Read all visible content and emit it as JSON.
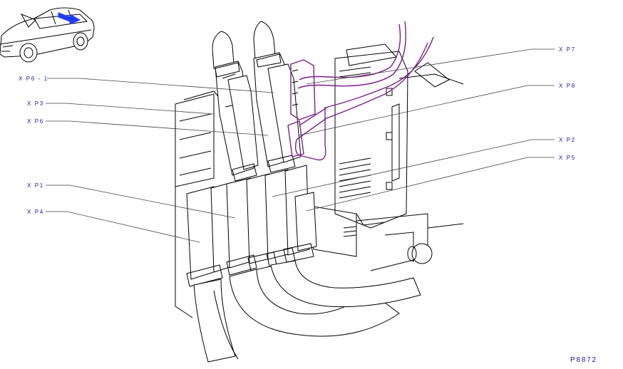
{
  "diagram": {
    "reference": "P8872",
    "accent_color": "#1a1aa8",
    "wire_color": "#7a1f8a",
    "arrow_color": "#1e3cff",
    "labels": [
      {
        "id": "xp6-1",
        "text": "X P6 - 1"
      },
      {
        "id": "xp3",
        "text": "X P3"
      },
      {
        "id": "xp6",
        "text": "X P6"
      },
      {
        "id": "xp1",
        "text": "X P1"
      },
      {
        "id": "xp4",
        "text": "X P4"
      },
      {
        "id": "xp7",
        "text": "X P7"
      },
      {
        "id": "xp8",
        "text": "X P8"
      },
      {
        "id": "xp2",
        "text": "X P2"
      },
      {
        "id": "xp5",
        "text": "X P5"
      }
    ],
    "icons": {
      "vehicle": "car-thumbnail-icon",
      "direction": "location-arrow-icon"
    }
  }
}
